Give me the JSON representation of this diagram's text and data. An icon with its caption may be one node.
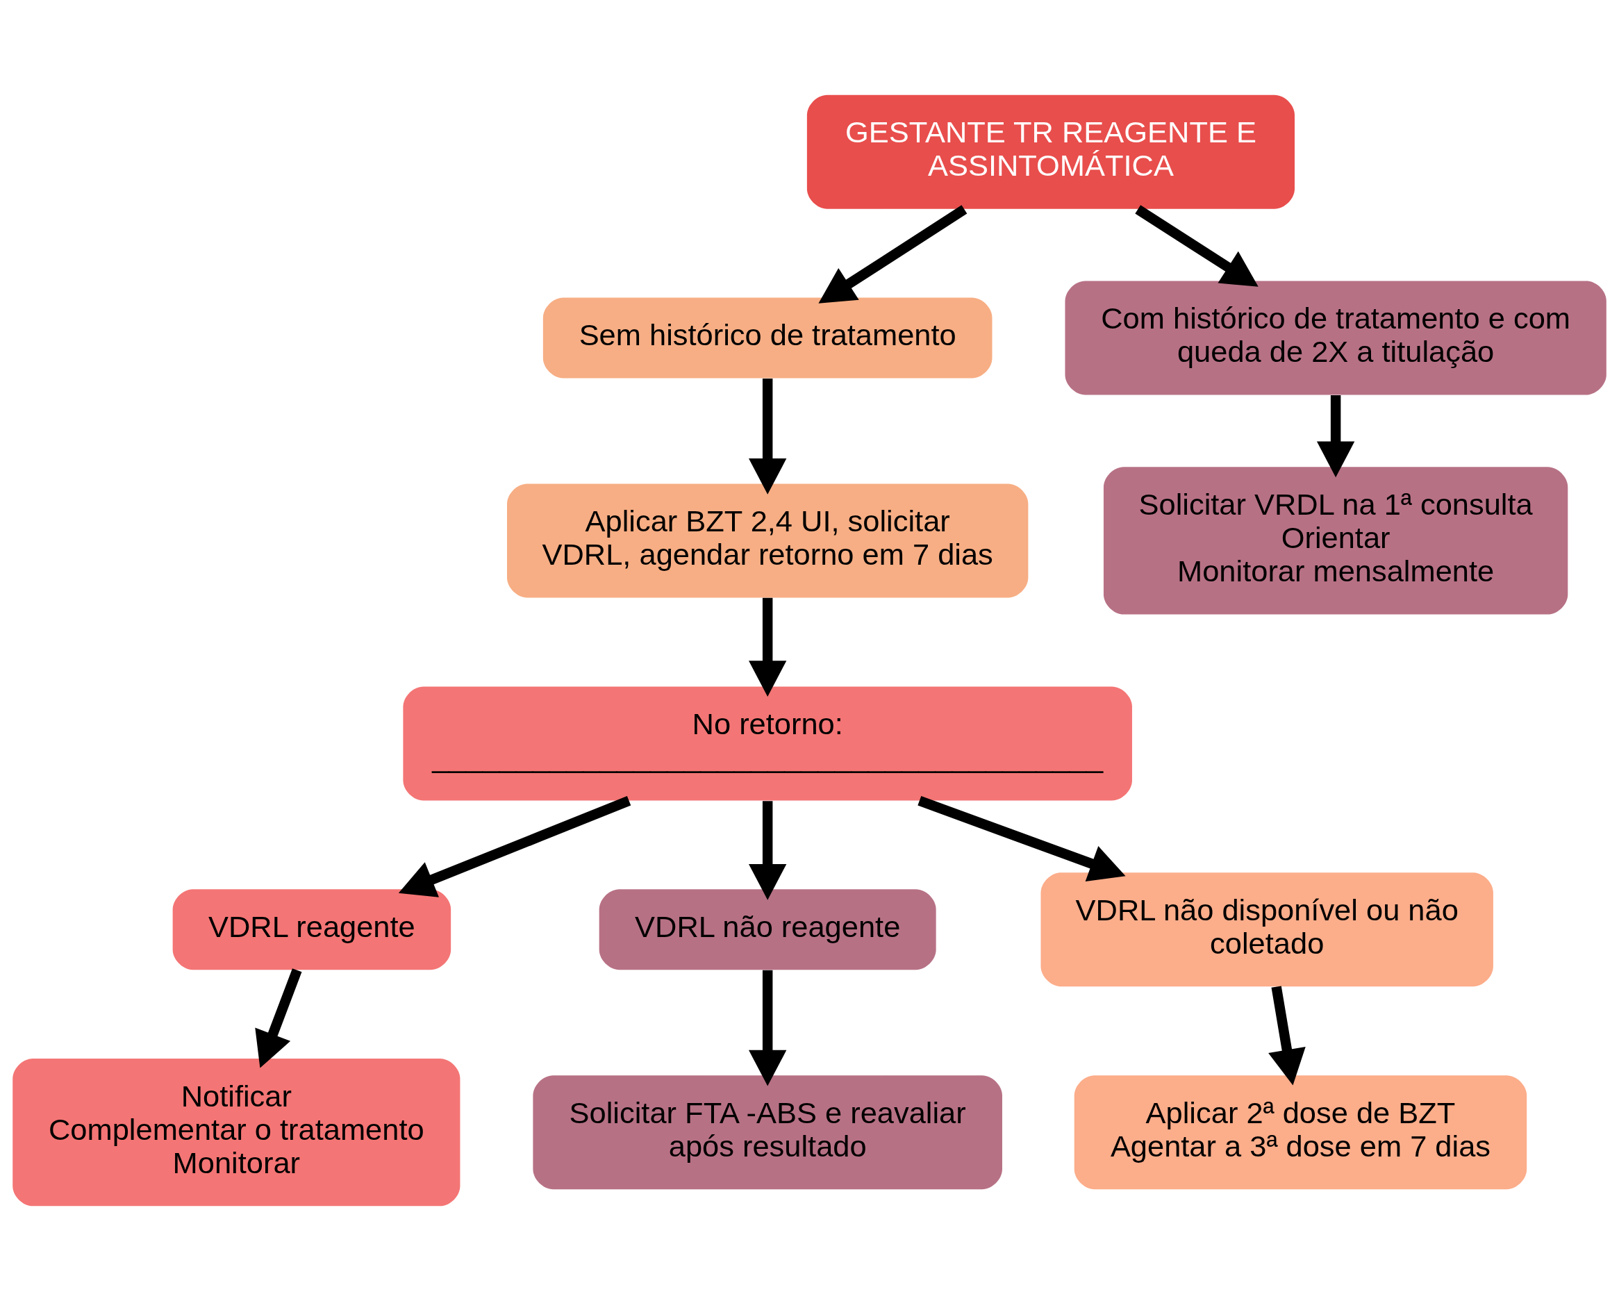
{
  "diagram": {
    "nodes": [
      {
        "text": [
          "GESTANTE TR REAGENTE E ASSINTOMÁTICA"
        ]
      },
      {
        "text": [
          "Sem histórico de tratamento"
        ]
      },
      {
        "text": [
          "Com histórico de tratamento e com queda de 2X a titulação"
        ]
      },
      {
        "text": [
          "Aplicar BZT 2,4 UI, solicitar VDRL, agendar retorno em 7 dias"
        ]
      },
      {
        "text": [
          "Solicitar VRDL na 1ª consulta",
          "Orientar",
          "Monitorar mensalmente"
        ]
      },
      {
        "text": [
          "No retorno: ________________________________________"
        ]
      },
      {
        "text": [
          "VDRL reagente"
        ]
      },
      {
        "text": [
          "VDRL não reagente"
        ]
      },
      {
        "text": [
          "VDRL não disponível ou não coletado"
        ]
      },
      {
        "text": [
          "Notificar",
          "Complementar o tratamento",
          "Monitorar"
        ]
      },
      {
        "text": [
          "Solicitar FTA -ABS e reavaliar após resultado"
        ]
      },
      {
        "text": [
          "Aplicar 2ª dose de BZT",
          "Agentar a 3ª dose em 7 dias"
        ]
      }
    ],
    "edges": [
      {
        "from": 0,
        "to": 1,
        "arrow": "to"
      },
      {
        "from": 0,
        "to": 2,
        "arrow": "to"
      },
      {
        "from": 1,
        "to": 3,
        "arrow": "to"
      },
      {
        "from": 2,
        "to": 4,
        "arrow": "to"
      },
      {
        "from": 3,
        "to": 5,
        "arrow": "to"
      },
      {
        "from": 5,
        "to": 6,
        "arrow": "to"
      },
      {
        "from": 5,
        "to": 7,
        "arrow": "to"
      },
      {
        "from": 5,
        "to": 8,
        "arrow": "to"
      },
      {
        "from": 6,
        "to": 9,
        "arrow": "to"
      },
      {
        "from": 7,
        "to": 10,
        "arrow": "to"
      },
      {
        "from": 8,
        "to": 11,
        "arrow": "to"
      }
    ]
  }
}
